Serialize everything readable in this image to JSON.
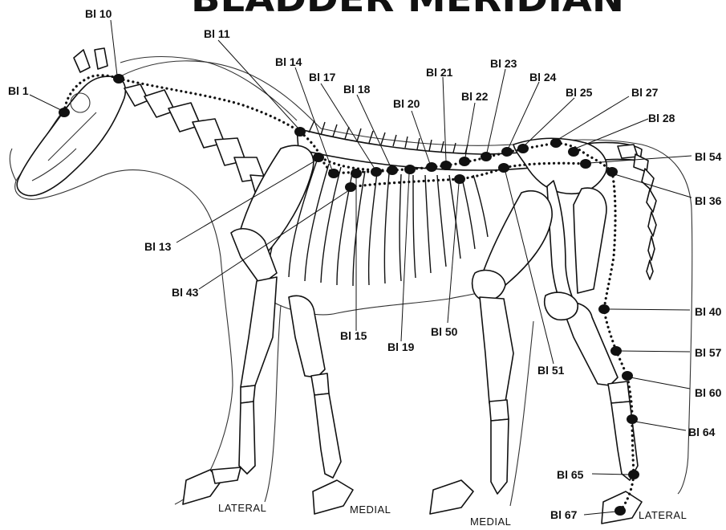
{
  "title": "BLADDER MERIDIAN",
  "points": {
    "bl1": "Bl 1",
    "bl10": "Bl 10",
    "bl11": "Bl 11",
    "bl13": "Bl 13",
    "bl14": "Bl 14",
    "bl15": "Bl 15",
    "bl17": "Bl 17",
    "bl18": "Bl 18",
    "bl19": "Bl 19",
    "bl20": "Bl 20",
    "bl21": "Bl 21",
    "bl22": "Bl 22",
    "bl23": "Bl 23",
    "bl24": "Bl 24",
    "bl25": "Bl 25",
    "bl27": "Bl 27",
    "bl28": "Bl 28",
    "bl36": "Bl 36",
    "bl40": "Bl 40",
    "bl43": "Bl 43",
    "bl50": "Bl 50",
    "bl51": "Bl 51",
    "bl54": "Bl 54",
    "bl57": "Bl 57",
    "bl60": "Bl 60",
    "bl64": "Bl 64",
    "bl65": "Bl 65",
    "bl67": "Bl 67"
  },
  "legs": {
    "fore_left": "LATERAL",
    "fore_right": "MEDIAL",
    "hind_left": "MEDIAL",
    "hind_right": "LATERAL"
  }
}
